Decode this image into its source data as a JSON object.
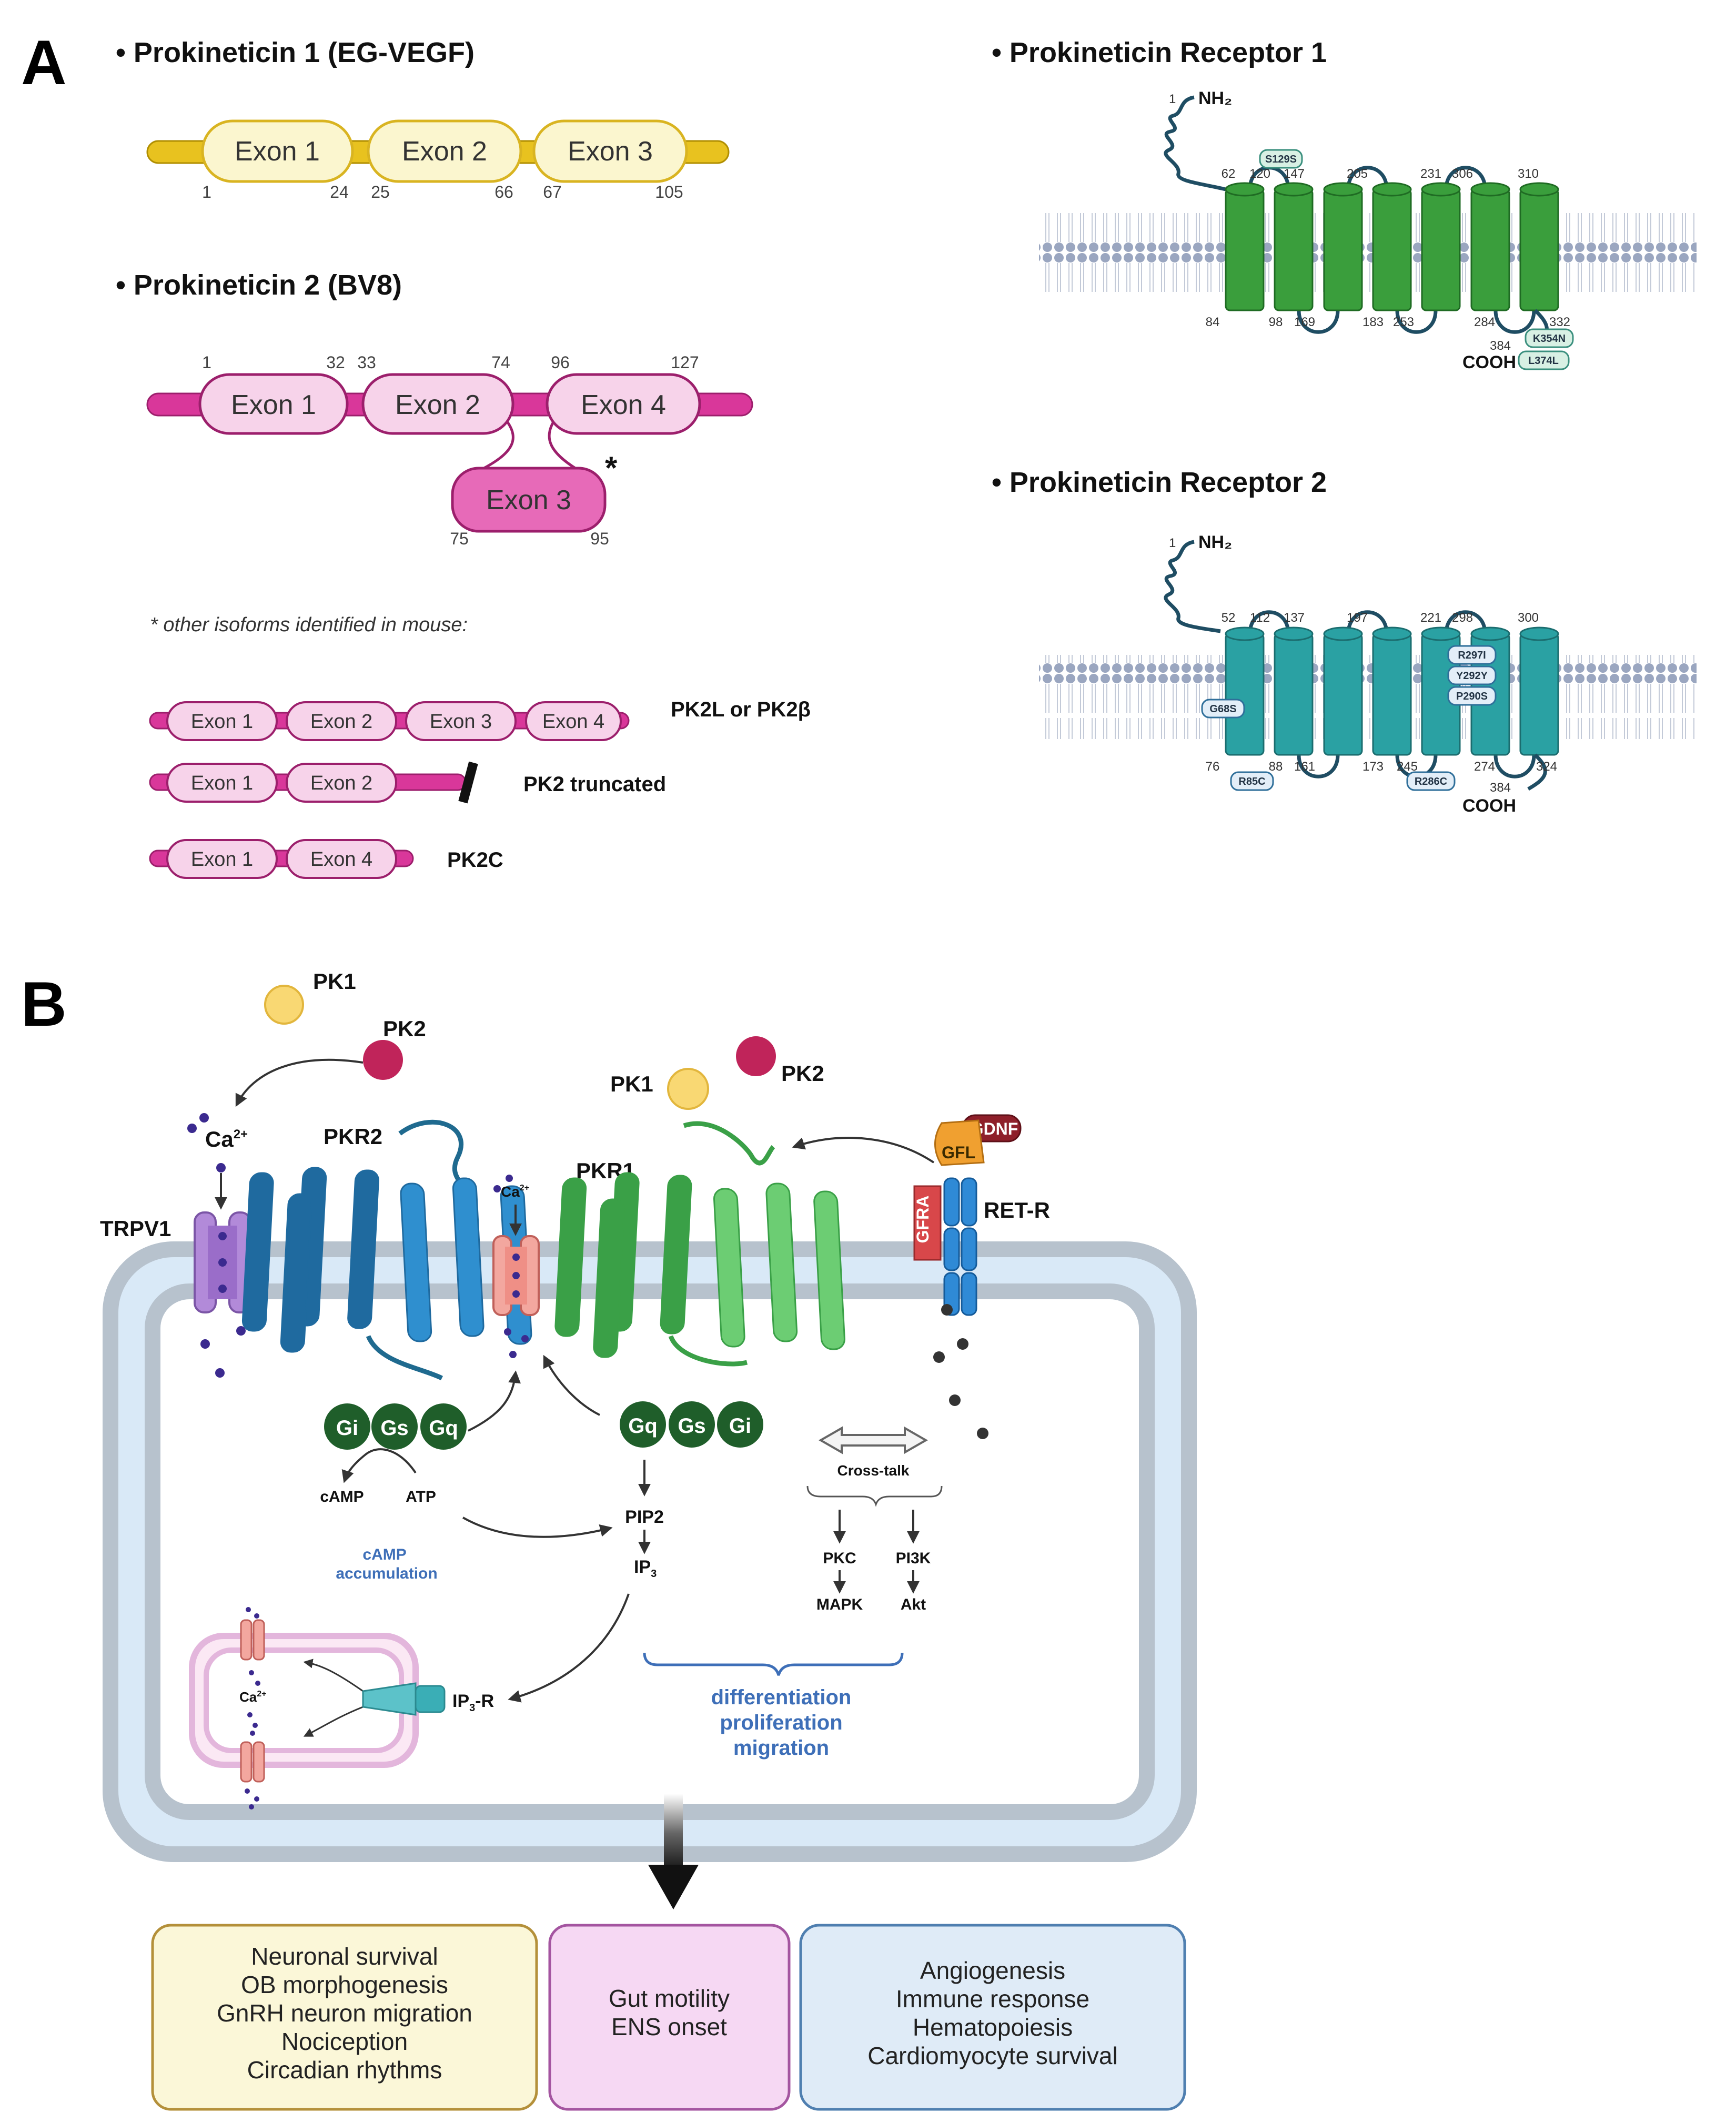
{
  "panel_a": {
    "label": "A",
    "pk1": {
      "title": "• Prokineticin 1 (EG-VEGF)",
      "exons": [
        "Exon 1",
        "Exon 2",
        "Exon 3"
      ],
      "positions": [
        "1",
        "24",
        "25",
        "66",
        "67",
        "105"
      ]
    },
    "pk2": {
      "title": "• Prokineticin 2 (BV8)",
      "exons": [
        "Exon 1",
        "Exon 2",
        "Exon 4",
        "Exon 3"
      ],
      "positions": [
        "1",
        "32",
        "33",
        "74",
        "96",
        "127",
        "75",
        "95"
      ],
      "asterisk": "*",
      "isoform_note": "* other isoforms identified in mouse:",
      "isoforms": [
        {
          "name": "PK2L or PK2β",
          "exons": [
            "Exon 1",
            "Exon 2",
            "Exon 3",
            "Exon 4"
          ]
        },
        {
          "name": "PK2 truncated",
          "exons": [
            "Exon 1",
            "Exon 2"
          ]
        },
        {
          "name": "PK2C",
          "exons": [
            "Exon 1",
            "Exon 4"
          ]
        }
      ]
    },
    "pkr1": {
      "title": "• Prokineticin Receptor 1",
      "n_terminus": "NH₂",
      "n_index": "1",
      "c_terminus": "COOH",
      "top_numbers": [
        "62",
        "120",
        "147",
        "205",
        "231",
        "306",
        "310"
      ],
      "bottom_numbers": [
        "84",
        "98",
        "169",
        "183",
        "253",
        "284",
        "332",
        "384"
      ],
      "mutations": [
        "S129S",
        "K354N",
        "L374L"
      ],
      "color": "#3a9e3c"
    },
    "pkr2": {
      "title": "• Prokineticin Receptor 2",
      "n_terminus": "NH₂",
      "n_index": "1",
      "c_terminus": "COOH",
      "top_numbers": [
        "52",
        "112",
        "137",
        "197",
        "221",
        "298",
        "300"
      ],
      "bottom_numbers": [
        "76",
        "88",
        "161",
        "173",
        "245",
        "274",
        "324",
        "384"
      ],
      "mutations": [
        "G68S",
        "R85C",
        "R286C",
        "R297I",
        "Y292Y",
        "P290S"
      ],
      "color": "#2aa1a3"
    }
  },
  "panel_b": {
    "label": "B",
    "ligands": {
      "pk1": "PK1",
      "pk2": "PK2"
    },
    "ca": {
      "symbol": "Ca",
      "charge": "2+"
    },
    "trpv1": "TRPV1",
    "pkr2": "PKR2",
    "pkr1": "PKR1",
    "ret_r": "RET-R",
    "gfra": "GFRA",
    "gdnf": "GDNF",
    "gfl": "GFL",
    "g_left": [
      "Gi",
      "Gs",
      "Gq"
    ],
    "g_right": [
      "Gq",
      "Gs",
      "Gi"
    ],
    "camp": "cAMP",
    "atp": "ATP",
    "camp_accum": [
      "cAMP",
      "accumulation"
    ],
    "pip2": "PIP2",
    "ip3": {
      "base": "IP",
      "sub": "3"
    },
    "ip3r": {
      "base": "IP",
      "sub": "3",
      "suffix": "-R"
    },
    "crosstalk": "Cross-talk",
    "pkc": "PKC",
    "pi3k": "PI3K",
    "mapk": "MAPK",
    "akt": "Akt",
    "outcomes": [
      "differentiation",
      "proliferation",
      "migration"
    ],
    "box_neuro": [
      "Neuronal survival",
      "OB morphogenesis",
      "GnRH neuron migration",
      "Nociception",
      "Circadian rhythms"
    ],
    "box_gut": [
      "Gut motility",
      "ENS onset"
    ],
    "box_vasc": [
      "Angiogenesis",
      "Immune response",
      "Hematopoiesis",
      "Cardiomyocyte survival"
    ]
  }
}
